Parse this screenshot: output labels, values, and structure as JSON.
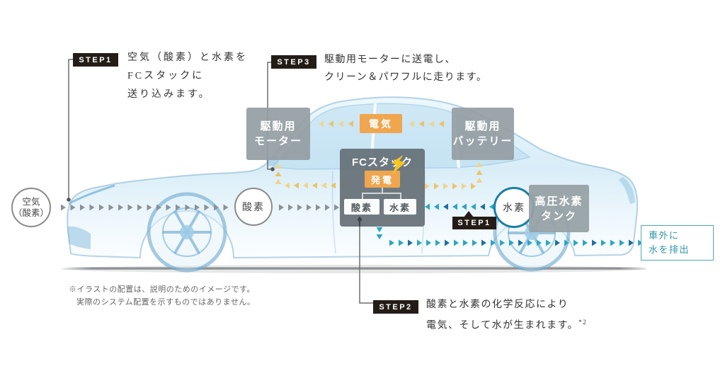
{
  "colors": {
    "badge_bg": "#241c16",
    "box_gray": "#97a1a6",
    "stack_gray": "#6e797f",
    "accent_orange": "#f0a64e",
    "arrow_gray": "#8b9196",
    "arrow_teal": "#2ba6c3",
    "arrow_teal_dark": "#1e6fa2",
    "arrow_yellow": "#f1d48a",
    "arrow_yellow_dark": "#ecc363",
    "teal_outline": "#2f9ab0",
    "bolt_yellow": "#f7c51d"
  },
  "steps": {
    "intake": {
      "badge": "STEP1",
      "lines": [
        "空気（酸素）と水素を",
        "FCスタックに",
        "送り込みます。"
      ]
    },
    "supply": {
      "badge": "STEP1"
    },
    "reaction": {
      "badge": "STEP2",
      "lines": [
        "酸素と水素の化学反応により",
        "電気、そして水が生まれます。"
      ],
      "sup": "*2"
    },
    "drive": {
      "badge": "STEP3",
      "lines": [
        "駆動用モーターに送電し、",
        "クリーン＆パワフルに走ります。"
      ]
    }
  },
  "components": {
    "motor": {
      "line1": "駆動用",
      "line2": "モーター"
    },
    "battery": {
      "line1": "駆動用",
      "line2": "バッテリー"
    },
    "electricity": {
      "label": "電気"
    },
    "fc_stack": {
      "title": "FCスタック",
      "generation": "発電",
      "oxygen": "酸素",
      "hydrogen": "水素"
    },
    "tank": {
      "line1": "高圧水素",
      "line2": "タンク"
    },
    "air_circle": {
      "line1": "空気",
      "line2": "（酸素）"
    },
    "oxygen_circle": {
      "label": "酸素"
    },
    "hydrogen_circle": {
      "label": "水素"
    },
    "water_out": {
      "line1": "車外に",
      "line2": "水を排出"
    }
  },
  "footnote": {
    "line1": "※イラストの配置は、説明のためのイメージです。",
    "line2": "実際のシステム配置を示すものではありません。"
  }
}
